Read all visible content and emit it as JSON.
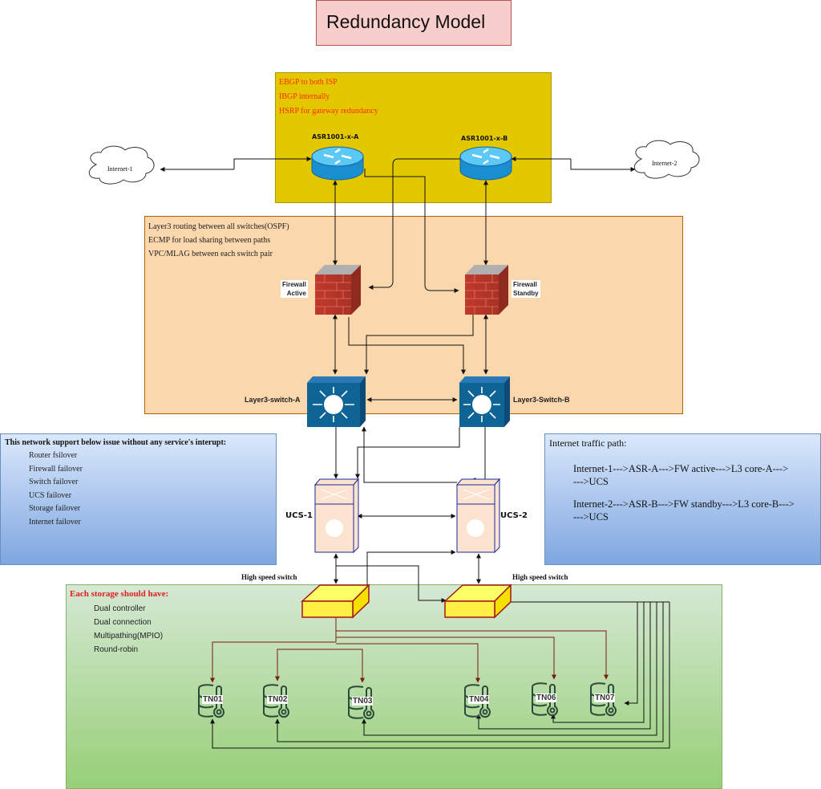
{
  "title": "Redundancy Model",
  "edge_zone": {
    "notes": [
      "EBGP to both ISP",
      "IBGP internally",
      "HSRP for gateway redundancy"
    ],
    "note_color": "#ff2a00",
    "background": "#e3c800"
  },
  "routers": [
    {
      "id": "asr-a",
      "label": "ASR1001-x-A"
    },
    {
      "id": "asr-b",
      "label": "ASR1001-x-B"
    }
  ],
  "clouds": [
    {
      "id": "internet-1",
      "label": "Internet-1"
    },
    {
      "id": "internet-2",
      "label": "Internet-2"
    }
  ],
  "core_zone": {
    "notes": [
      "Layer3 routing between all switches(OSPF)",
      "ECMP for load sharing between paths",
      "VPC/MLAG between each switch pair"
    ],
    "background": "#fad7ac"
  },
  "firewalls": [
    {
      "id": "fw-active",
      "label_line1": "Firewall",
      "label_line2": "Active"
    },
    {
      "id": "fw-standby",
      "label_line1": "Firewall",
      "label_line2": "Standby"
    }
  ],
  "l3_switches": [
    {
      "id": "l3-a",
      "label": "Layer3-switch-A"
    },
    {
      "id": "l3-b",
      "label": "Layer3-Switch-B"
    }
  ],
  "ucs": [
    {
      "id": "ucs-1",
      "label": "UCS-1"
    },
    {
      "id": "ucs-2",
      "label": "UCS-2"
    }
  ],
  "failover_note": {
    "heading": "This network support below issue without any service's interupt:",
    "items": [
      "Router fsilover",
      "Firewall failover",
      "Switch failover",
      "UCS failover",
      "Storage failover",
      "Internet failover"
    ]
  },
  "traffic_note": {
    "heading": "Internet traffic path:",
    "paths": [
      {
        "line1": "Internet-1--->ASR-A--->FW active--->L3 core-A--->",
        "line2": "--->UCS"
      },
      {
        "line1": "Internet-2--->ASR-B--->FW standby--->L3 core-B--->",
        "line2": "--->UCS"
      }
    ]
  },
  "storage_zone": {
    "heading": "Each storage should have:",
    "heading_color": "#e02020",
    "items": [
      "Dual controller",
      "Dual connection",
      "Multipathing(MPIO)",
      "Round-robin"
    ]
  },
  "hs_switches": [
    {
      "id": "hs-1",
      "label": "High speed switch"
    },
    {
      "id": "hs-2",
      "label": "High speed switch"
    }
  ],
  "storage_nodes": [
    {
      "id": "tn01",
      "label": "TN01"
    },
    {
      "id": "tn02",
      "label": "TN02"
    },
    {
      "id": "tn03",
      "label": "TN03"
    },
    {
      "id": "tn04",
      "label": "TN04"
    },
    {
      "id": "tn06",
      "label": "TN06"
    },
    {
      "id": "tn07",
      "label": "TN07"
    }
  ]
}
